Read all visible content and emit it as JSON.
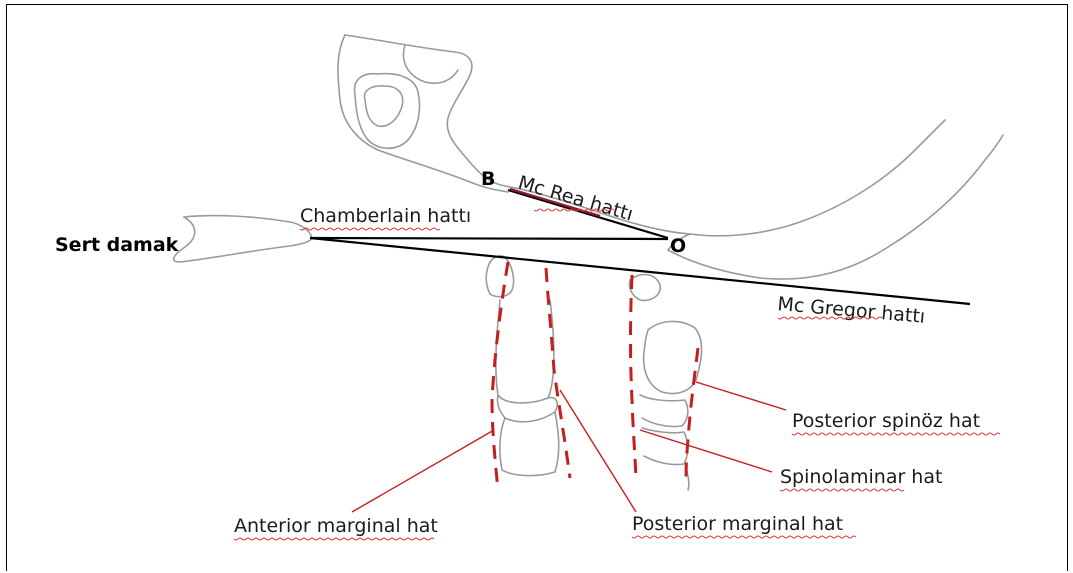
{
  "labels": {
    "sert_damak": "Sert damak",
    "chamberlain": "Chamberlain hattı",
    "mc_rea": "Mc Rea hattı",
    "mc_gregor": "Mc Gregor hattı",
    "point_b": "B",
    "point_o": "O",
    "posterior_spinoz": "Posterior spinöz hat",
    "spinolaminar": "Spinolaminar hat",
    "anterior_marginal": "Anterior marginal hat",
    "posterior_marginal": "Posterior marginal hat"
  },
  "colors": {
    "reference_line": "#000000",
    "mc_rea_line": "#8b1a2a",
    "dashed_line": "#c41e1e",
    "bone_outline": "#9a9a9a"
  }
}
